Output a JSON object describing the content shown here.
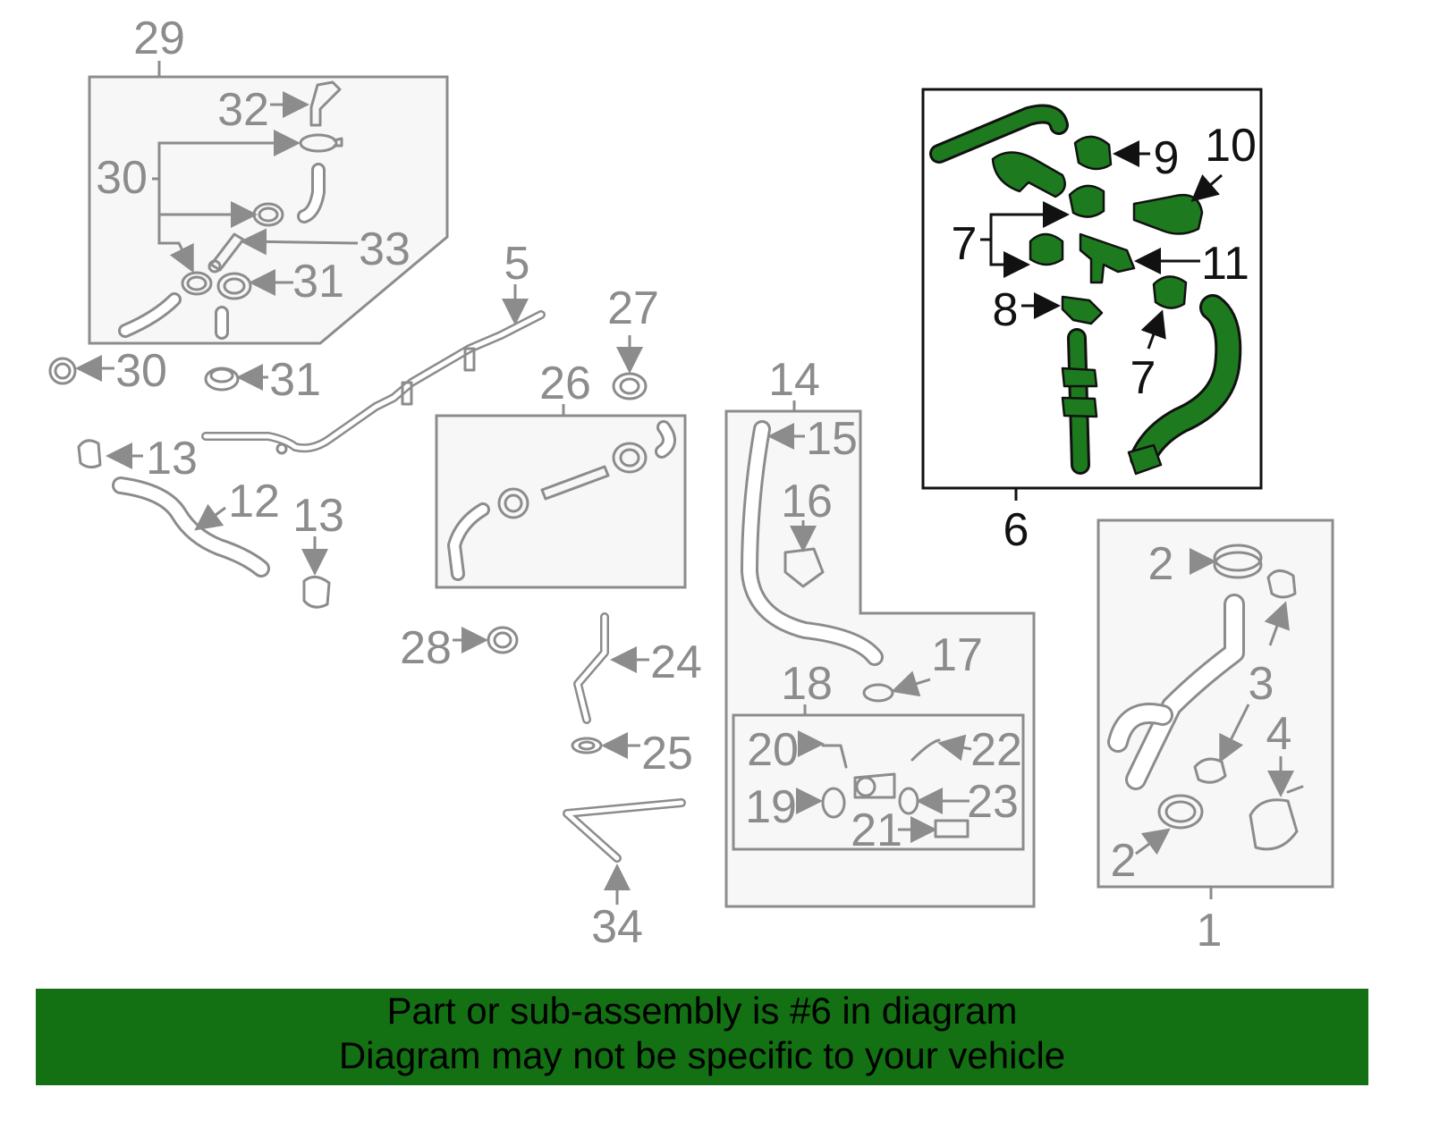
{
  "diagram": {
    "callouts": [
      "1",
      "2",
      "2",
      "2",
      "3",
      "3",
      "4",
      "5",
      "6",
      "7",
      "7",
      "8",
      "9",
      "10",
      "11",
      "12",
      "13",
      "13",
      "14",
      "15",
      "16",
      "17",
      "18",
      "19",
      "20",
      "21",
      "22",
      "23",
      "24",
      "25",
      "26",
      "27",
      "28",
      "29",
      "30",
      "30",
      "31",
      "31",
      "32",
      "33",
      "34"
    ],
    "highlighted_part": "6",
    "highlight_color": "#1e7a1e",
    "part_color": "#8c8c8c"
  },
  "banner": {
    "line1": "Part or sub-assembly is #6 in diagram",
    "line2": "Diagram may not be specific to your vehicle",
    "background": "#137013"
  }
}
